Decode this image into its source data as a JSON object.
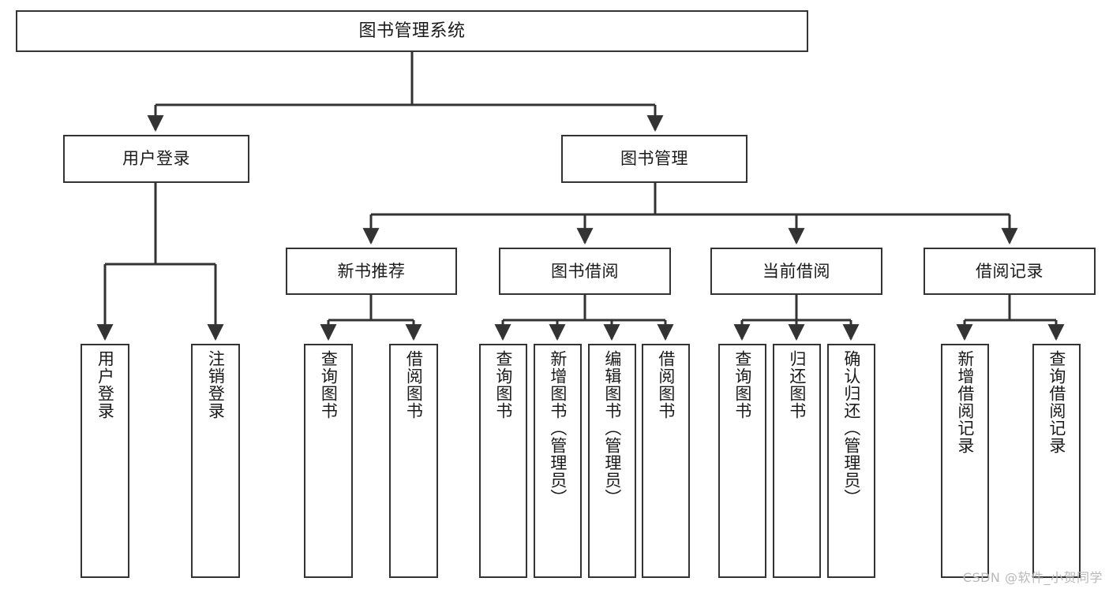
{
  "diagram": {
    "title": "图书管理系统",
    "watermark": "CSDN @软件_小贺同学",
    "line_color": "#333333",
    "box_fill": "#ffffff",
    "text_color": "#1a1a1a",
    "nodes": {
      "root": {
        "label": "图书管理系统"
      },
      "level2": [
        {
          "id": "user-login",
          "label": "用户登录"
        },
        {
          "id": "book-manage",
          "label": "图书管理"
        }
      ],
      "level3": [
        {
          "id": "new-book-recommend",
          "label": "新书推荐"
        },
        {
          "id": "book-borrow",
          "label": "图书借阅"
        },
        {
          "id": "current-borrow",
          "label": "当前借阅"
        },
        {
          "id": "borrow-record",
          "label": "借阅记录"
        }
      ],
      "leaves": {
        "user-login": [
          {
            "id": "leaf-user-login",
            "label": "用户登录"
          },
          {
            "id": "leaf-user-logout",
            "label": "注销登录"
          }
        ],
        "new-book-recommend": [
          {
            "id": "leaf-query-book-1",
            "label": "查询图书"
          },
          {
            "id": "leaf-borrow-book-1",
            "label": "借阅图书"
          }
        ],
        "book-borrow": [
          {
            "id": "leaf-query-book-2",
            "label": "查询图书"
          },
          {
            "id": "leaf-add-book-admin",
            "label": "新增图书（管理员）"
          },
          {
            "id": "leaf-edit-book-admin",
            "label": "编辑图书（管理员）"
          },
          {
            "id": "leaf-borrow-book-2",
            "label": "借阅图书"
          }
        ],
        "current-borrow": [
          {
            "id": "leaf-query-book-3",
            "label": "查询图书"
          },
          {
            "id": "leaf-return-book",
            "label": "归还图书"
          },
          {
            "id": "leaf-confirm-return-admin",
            "label": "确认归还（管理员）"
          }
        ],
        "borrow-record": [
          {
            "id": "leaf-add-borrow-record",
            "label": "新增借阅记录"
          },
          {
            "id": "leaf-query-borrow-record",
            "label": "查询借阅记录"
          }
        ]
      }
    }
  }
}
